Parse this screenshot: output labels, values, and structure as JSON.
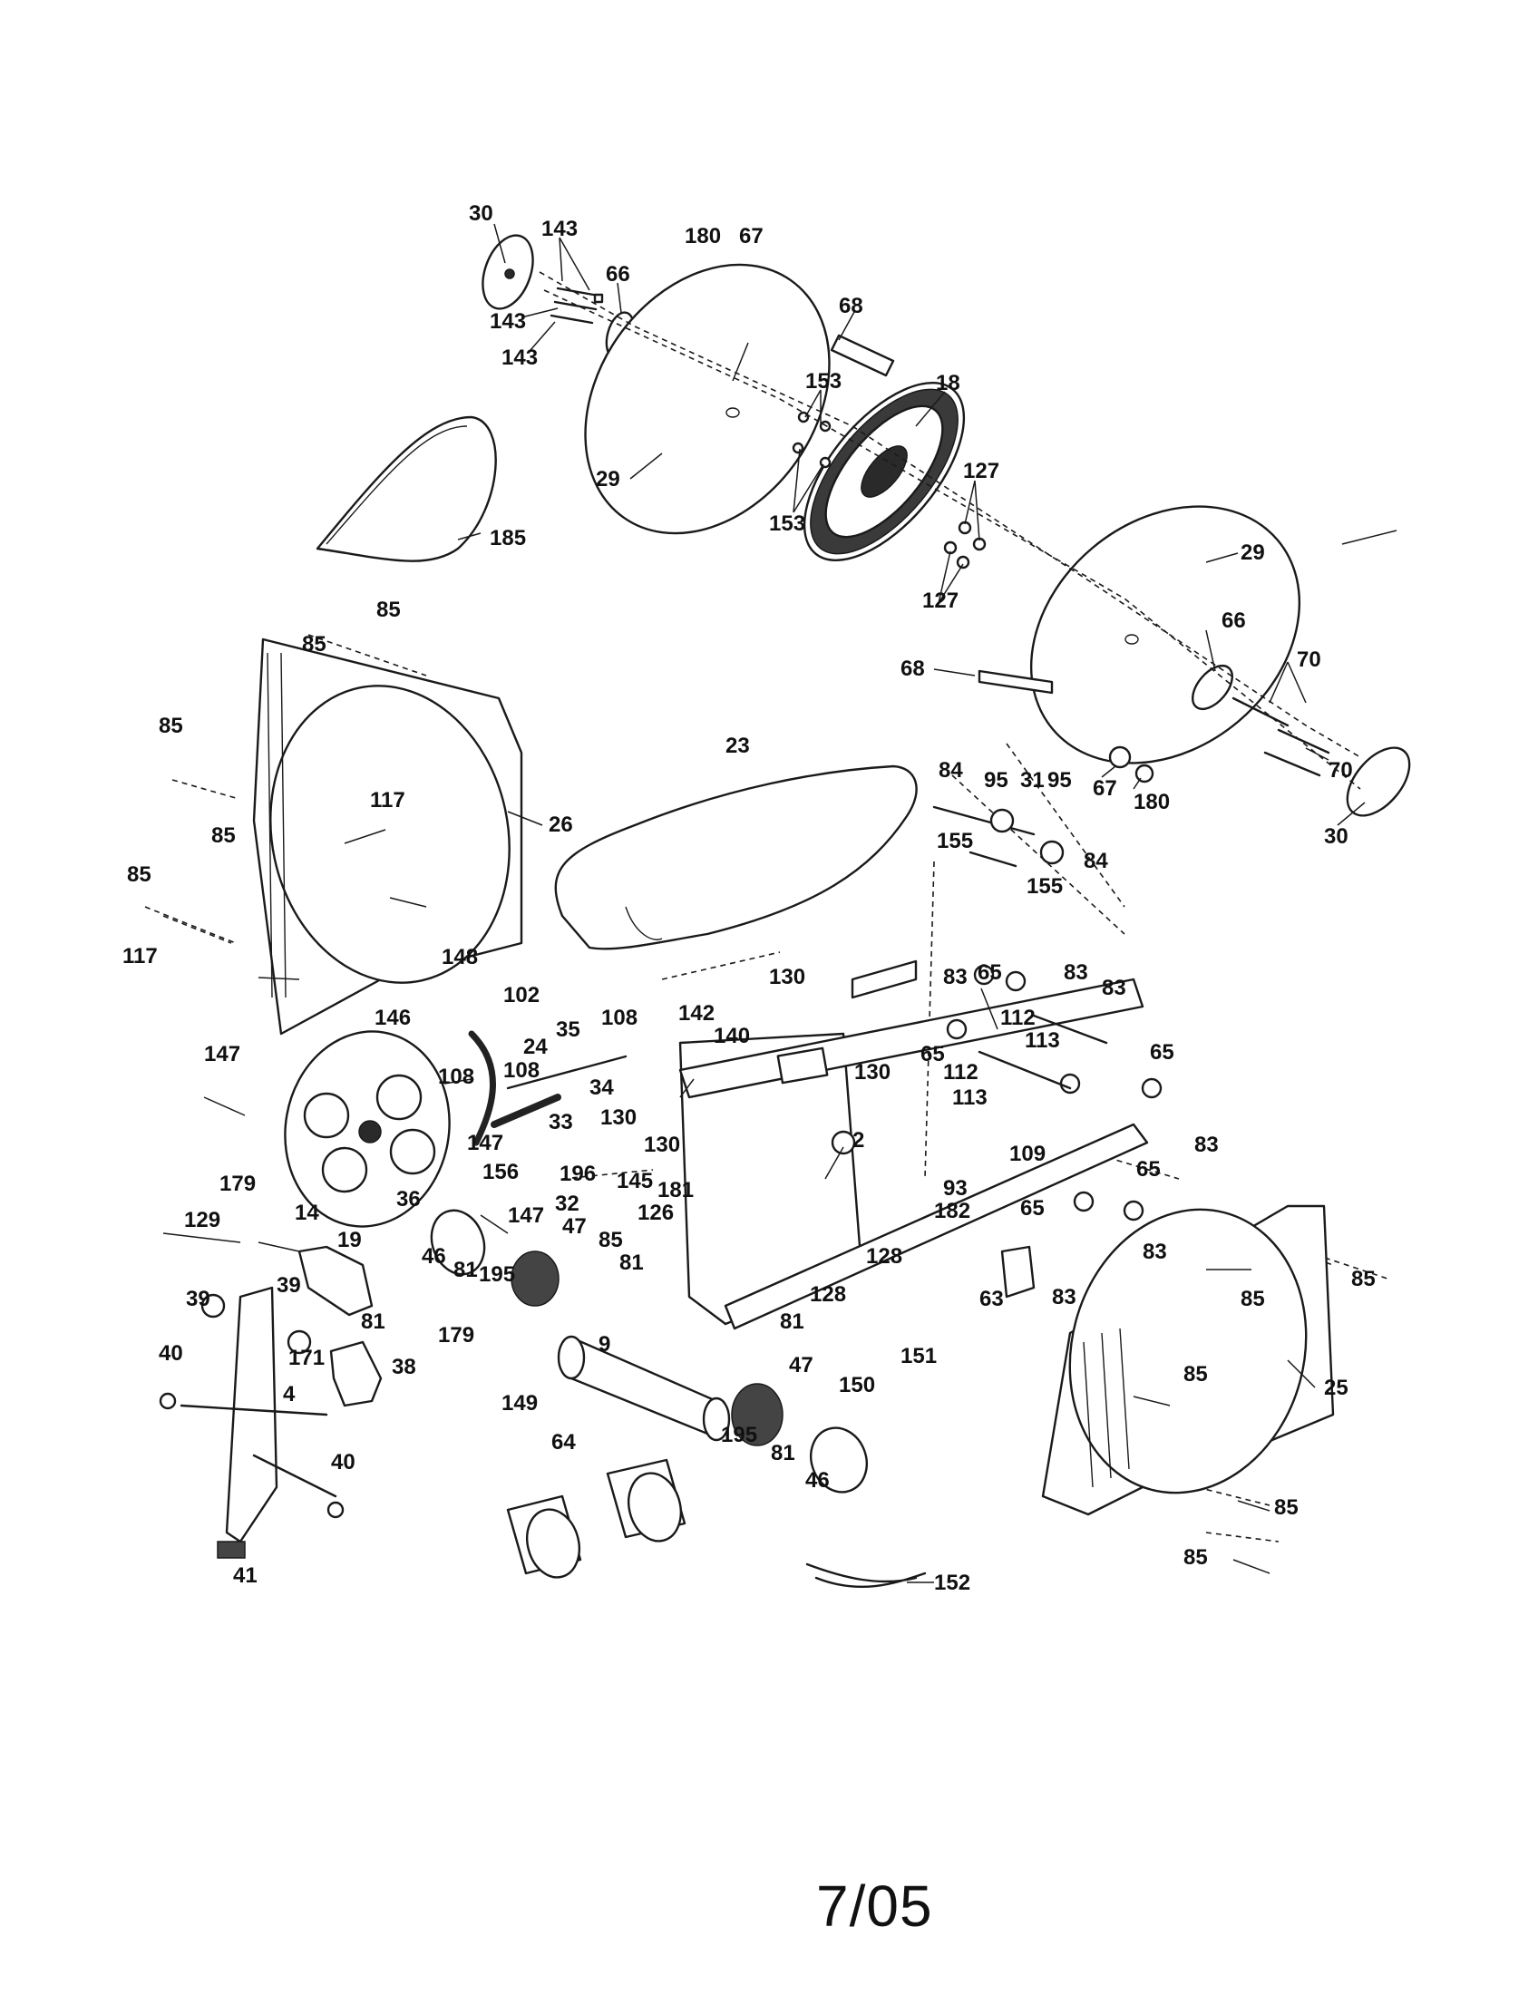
{
  "page": {
    "footer_text": "7/05"
  },
  "labels": {
    "l30a": "30",
    "l143a": "143",
    "l143b": "143",
    "l143c": "143",
    "l66a": "66",
    "l180a": "180",
    "l67a": "67",
    "l68a": "68",
    "l153a": "153",
    "l153b": "153",
    "l18": "18",
    "l29a": "29",
    "l127a": "127",
    "l127b": "127",
    "l29b": "29",
    "l185": "185",
    "l85a": "85",
    "l85b": "85",
    "l85c": "85",
    "l85d": "85",
    "l85e": "85",
    "l117a": "117",
    "l117b": "117",
    "l26": "26",
    "l23": "23",
    "l68b": "68",
    "l66b": "66",
    "l70a": "70",
    "l70b": "70",
    "l67b": "67",
    "l180b": "180",
    "l30b": "30",
    "l84a": "84",
    "l95a": "95",
    "l31": "31",
    "l95b": "95",
    "l155a": "155",
    "l155b": "155",
    "l84b": "84",
    "l148": "148",
    "l146": "146",
    "l102": "102",
    "l35": "35",
    "l108a": "108",
    "l24": "24",
    "l108b": "108",
    "l108c": "108",
    "l34": "34",
    "l33": "33",
    "l147a": "147",
    "l147b": "147",
    "l147c": "147",
    "l142": "142",
    "l140": "140",
    "l130a": "130",
    "l130b": "130",
    "l130c": "130",
    "l130d": "130",
    "l83a": "83",
    "l83b": "83",
    "l83c": "83",
    "l83d": "83",
    "l83e": "83",
    "l83f": "83",
    "l65a": "65",
    "l65b": "65",
    "l65c": "65",
    "l65d": "65",
    "l65e": "65",
    "l112a": "112",
    "l112b": "112",
    "l113a": "113",
    "l113b": "113",
    "l19": "19",
    "l36": "36",
    "l156": "156",
    "l196": "196",
    "l145": "145",
    "l32": "32",
    "l181": "181",
    "l126": "126",
    "l85f": "85",
    "l81a": "81",
    "l2": "2",
    "l109": "109",
    "l93": "93",
    "l182": "182",
    "l63": "63",
    "l128a": "128",
    "l128b": "128",
    "l179a": "179",
    "l129": "129",
    "l14": "14",
    "l39a": "39",
    "l39b": "39",
    "l81b": "81",
    "l179b": "179",
    "l46a": "46",
    "l81c": "81",
    "l195a": "195",
    "l47a": "47",
    "l40a": "40",
    "l171": "171",
    "l38": "38",
    "l4": "4",
    "l149": "149",
    "l9": "9",
    "l81d": "81",
    "l151": "151",
    "l150": "150",
    "l47b": "47",
    "l195b": "195",
    "l81e": "81",
    "l46b": "46",
    "l40b": "40",
    "l41": "41",
    "l64": "64",
    "l152": "152",
    "l85g": "85",
    "l85h": "85",
    "l85i": "85",
    "l25": "25",
    "l85j": "85",
    "l85k": "85"
  }
}
